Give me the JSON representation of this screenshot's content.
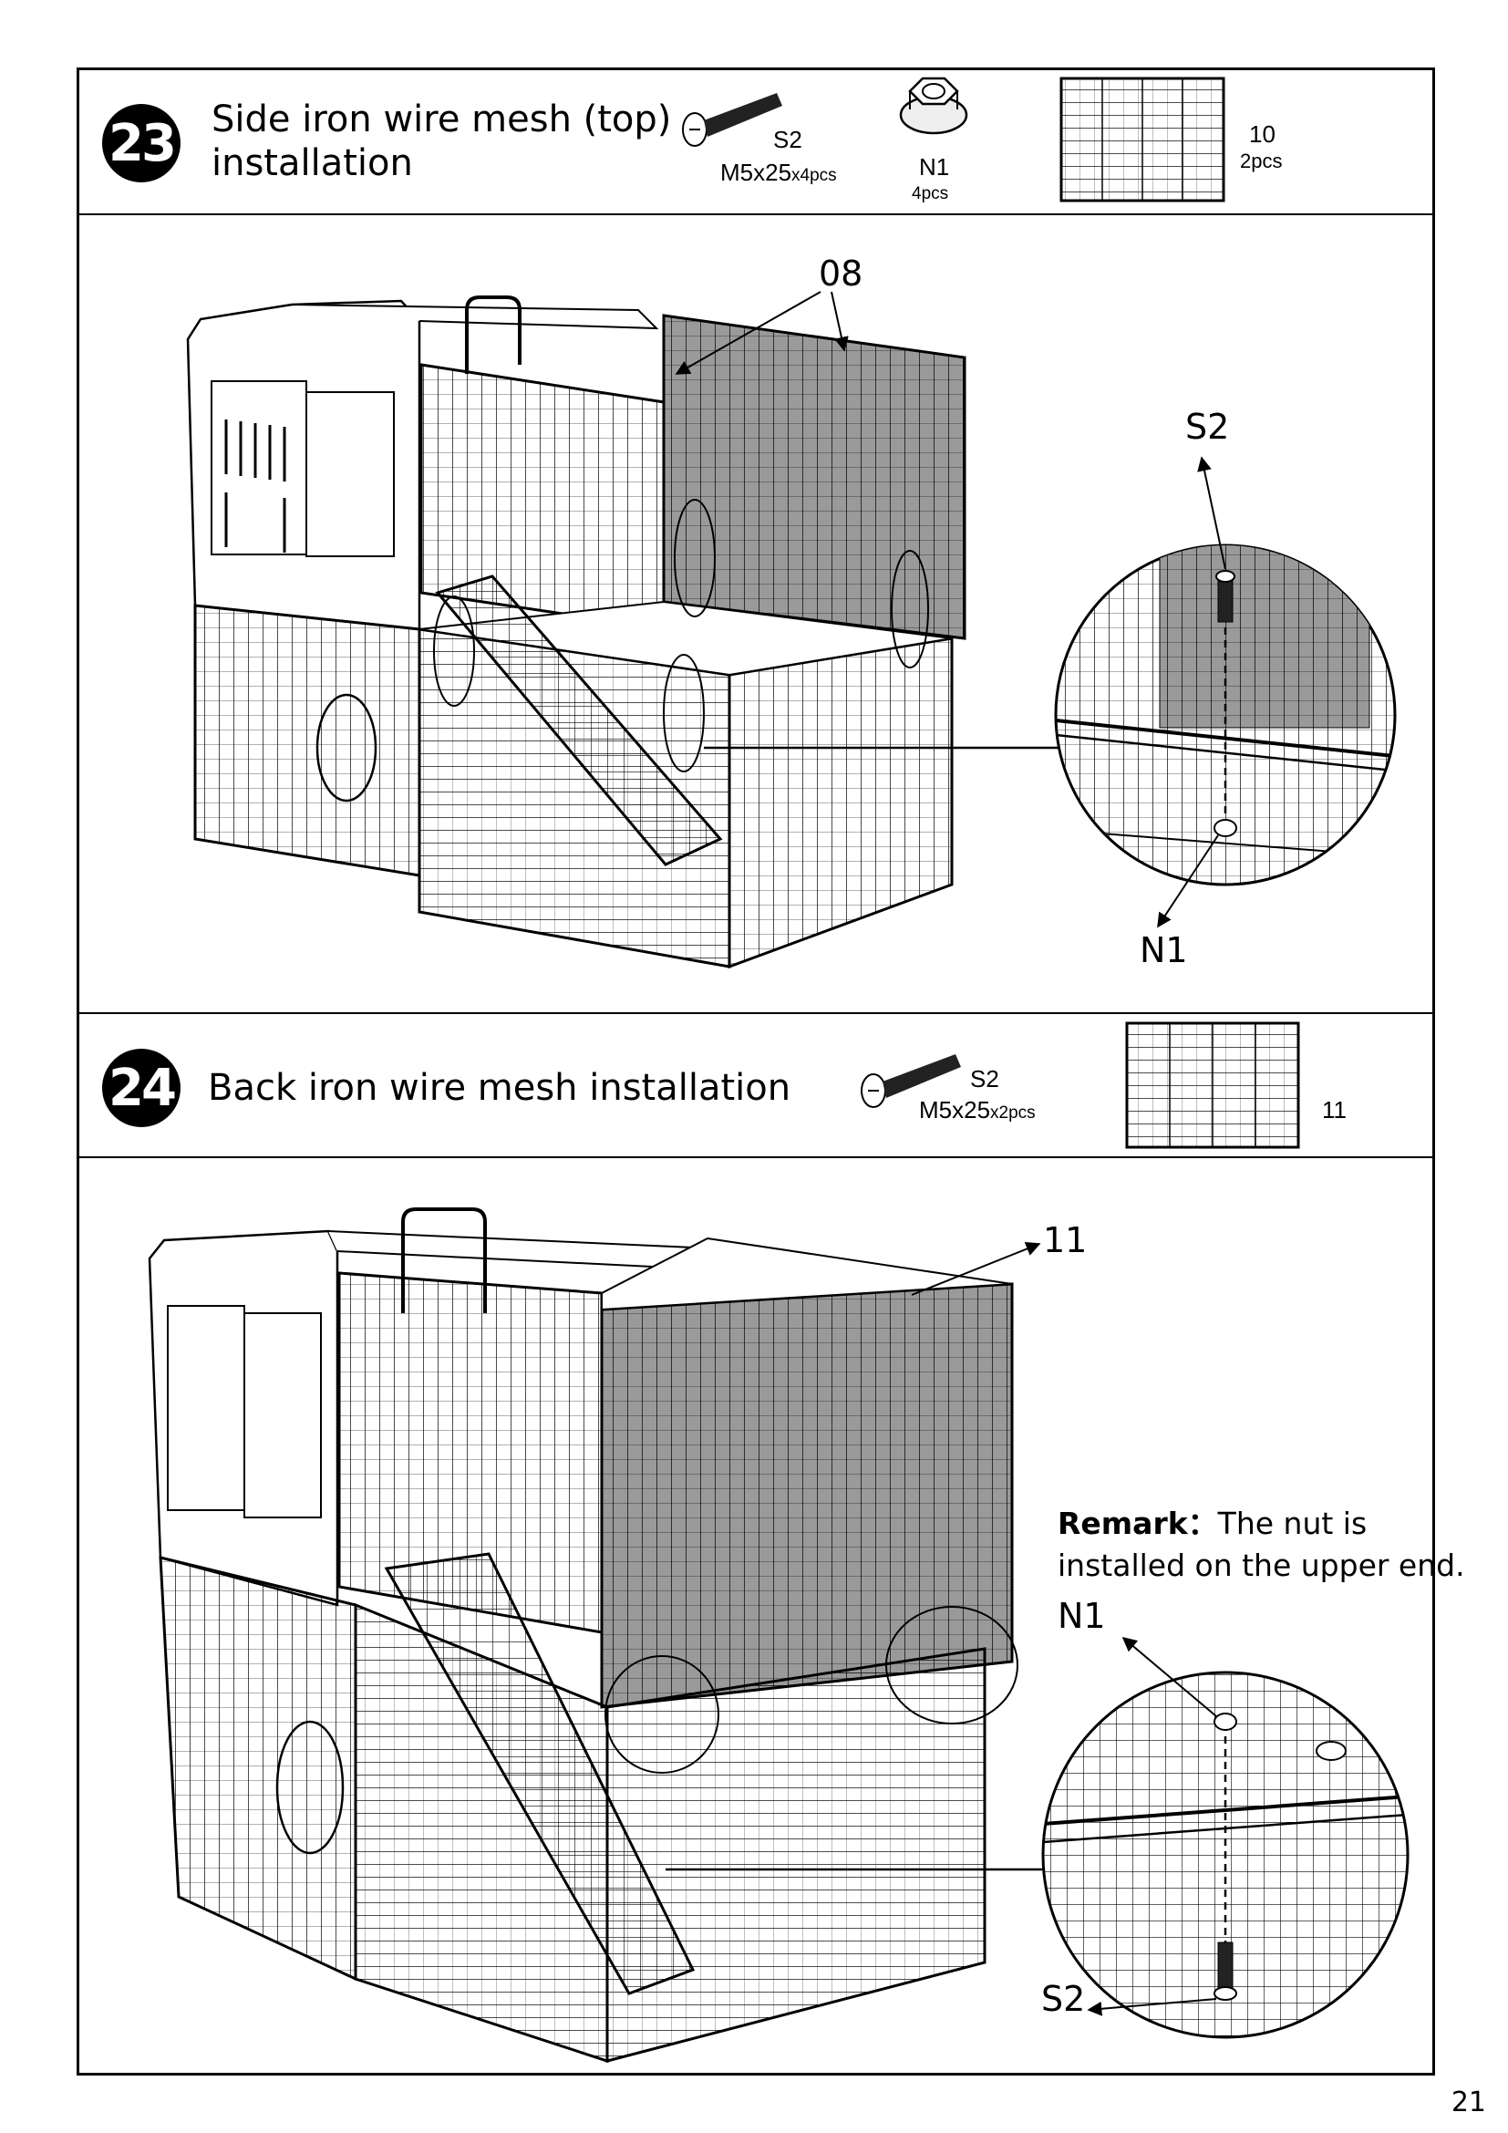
{
  "page_number": "21",
  "step23": {
    "number": "23",
    "title_line1": "Side iron wire mesh (top)",
    "title_line2": "installation",
    "screw": {
      "code": "S2",
      "spec": "M5x25",
      "qty": "x4pcs"
    },
    "nut": {
      "code": "N1",
      "qty": "4pcs"
    },
    "panel": {
      "code": "10",
      "qty": "2pcs"
    },
    "callouts": {
      "panel": "08",
      "screw": "S2",
      "nut": "N1"
    }
  },
  "step24": {
    "number": "24",
    "title": "Back iron wire mesh installation",
    "screw": {
      "code": "S2",
      "spec": "M5x25",
      "qty": "x2pcs"
    },
    "panel": {
      "code": "11"
    },
    "callouts": {
      "panel": "11",
      "nut": "N1",
      "screw": "S2"
    },
    "remark_label": "Remark：",
    "remark_line1": "The nut is",
    "remark_line2": "installed on the upper end."
  }
}
